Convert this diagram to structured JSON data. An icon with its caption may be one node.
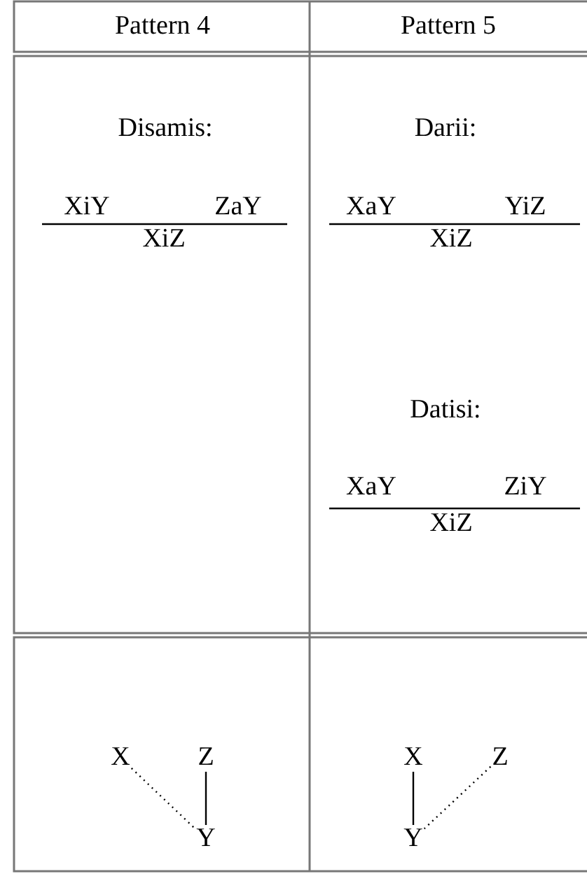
{
  "diagram": {
    "nodes": [
      {
        "text": [
          "X"
        ]
      },
      {
        "text": [
          "Z"
        ]
      },
      {
        "text": [
          "Y"
        ]
      },
      {
        "text": [
          "X"
        ]
      },
      {
        "text": [
          "Z"
        ]
      },
      {
        "text": [
          "Y"
        ]
      }
    ],
    "edges": [
      {
        "from": 0,
        "to": 2,
        "arrow": "none",
        "style": "dashed"
      },
      {
        "from": 1,
        "to": 2,
        "arrow": "none"
      },
      {
        "from": 3,
        "to": 5,
        "arrow": "none"
      },
      {
        "from": 4,
        "to": 5,
        "arrow": "none",
        "style": "dashed"
      }
    ],
    "labels": [
      "Pattern 4",
      "Pattern 5",
      "Disamis:",
      "XiY",
      "ZaY",
      "XiZ",
      "Darii:",
      "XaY",
      "YiZ",
      "XiZ",
      "Datisi:",
      "XaY",
      "ZiY",
      "XiZ"
    ]
  }
}
